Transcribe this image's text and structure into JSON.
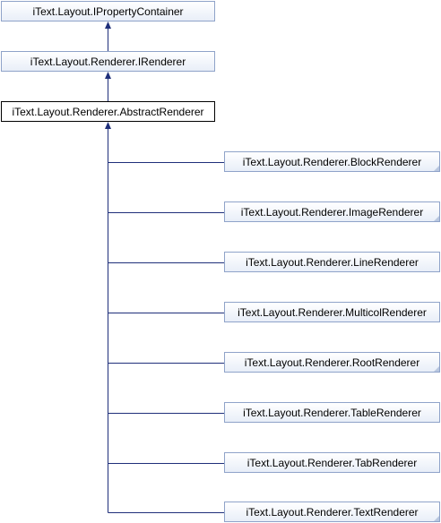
{
  "diagram": {
    "colors": {
      "edge": "#1f2f7a",
      "box_border": "#8fa3c9",
      "box_fill": "#e8eef8",
      "current_border": "#000000"
    },
    "ancestors": [
      {
        "label": "iText.Layout.IPropertyContainer"
      },
      {
        "label": "iText.Layout.Renderer.IRenderer"
      }
    ],
    "current": {
      "label": "iText.Layout.Renderer.AbstractRenderer"
    },
    "derived": [
      {
        "label": "iText.Layout.Renderer.BlockRenderer"
      },
      {
        "label": "iText.Layout.Renderer.ImageRenderer"
      },
      {
        "label": "iText.Layout.Renderer.LineRenderer"
      },
      {
        "label": "iText.Layout.Renderer.MulticolRenderer"
      },
      {
        "label": "iText.Layout.Renderer.RootRenderer"
      },
      {
        "label": "iText.Layout.Renderer.TableRenderer"
      },
      {
        "label": "iText.Layout.Renderer.TabRenderer"
      },
      {
        "label": "iText.Layout.Renderer.TextRenderer"
      }
    ]
  }
}
